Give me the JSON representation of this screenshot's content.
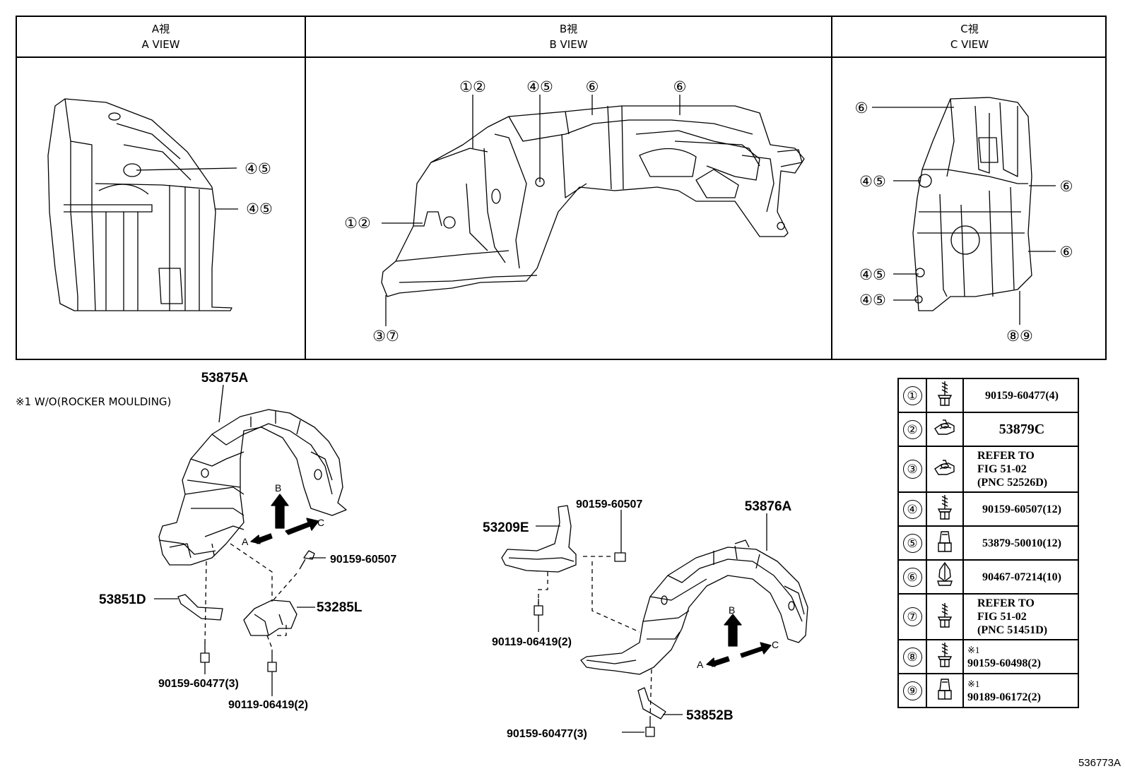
{
  "views": [
    {
      "title_jp": "A視",
      "title_en": "A VIEW"
    },
    {
      "title_jp": "B視",
      "title_en": "B VIEW"
    },
    {
      "title_jp": "C視",
      "title_en": "C VIEW"
    }
  ],
  "callouts": {
    "c45": "④⑤",
    "c12": "①②",
    "c6": "⑥",
    "c37": "③⑦",
    "c89": "⑧⑨"
  },
  "footnote": "※1 W/O(ROCKER MOULDING)",
  "parts": {
    "p53875A": "53875A",
    "p53876A": "53876A",
    "p53851D": "53851D",
    "p53285L": "53285L",
    "p53209E": "53209E",
    "p53852B": "53852B",
    "p90159_60507_a": "90159-60507",
    "p90159_60507_b": "90159-60507",
    "p90159_60477_a": "90159-60477(3)",
    "p90159_60477_b": "90159-60477(3)",
    "p90119_06419_a": "90119-06419(2)",
    "p90119_06419_b": "90119-06419(2)"
  },
  "arrows": {
    "a": "A",
    "b": "B",
    "c": "C"
  },
  "legend": [
    {
      "num": "①",
      "icon": "bolt-icon",
      "lines": [
        "90159-60477(4)"
      ]
    },
    {
      "num": "②",
      "icon": "clip-nut-icon",
      "lines": [
        "53879C"
      ]
    },
    {
      "num": "③",
      "icon": "clip-nut-icon",
      "lines": [
        "REFER TO",
        "FIG 51-02",
        "(PNC 52526D)"
      ]
    },
    {
      "num": "④",
      "icon": "bolt-icon",
      "lines": [
        "90159-60507(12)"
      ]
    },
    {
      "num": "⑤",
      "icon": "nut-icon",
      "lines": [
        "53879-50010(12)"
      ]
    },
    {
      "num": "⑥",
      "icon": "push-clip-icon",
      "lines": [
        "90467-07214(10)"
      ]
    },
    {
      "num": "⑦",
      "icon": "bolt-icon",
      "lines": [
        "REFER TO",
        "FIG 51-02",
        "(PNC 51451D)"
      ]
    },
    {
      "num": "⑧",
      "icon": "bolt-icon",
      "note": "※1",
      "lines": [
        "90159-60498(2)"
      ]
    },
    {
      "num": "⑨",
      "icon": "nut-icon",
      "note": "※1",
      "lines": [
        "90189-06172(2)"
      ]
    }
  ],
  "figure_number": "536773A"
}
